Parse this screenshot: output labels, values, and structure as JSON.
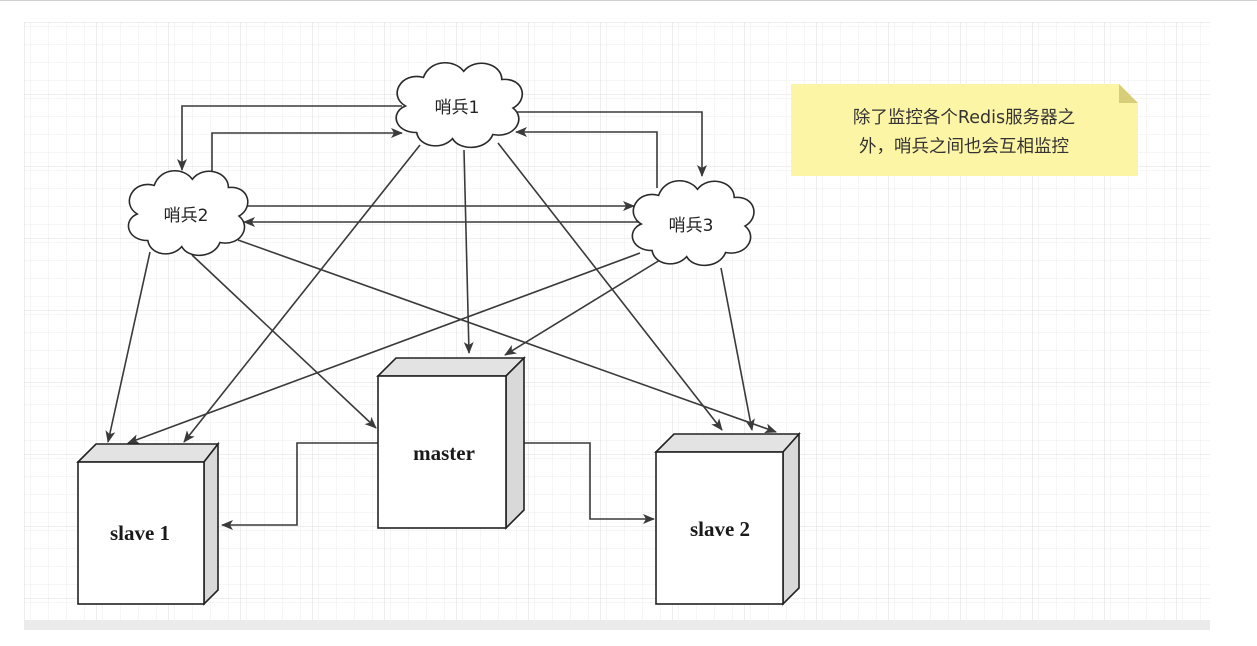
{
  "diagram": {
    "nodes": {
      "sentinel1": {
        "label": "哨兵1"
      },
      "sentinel2": {
        "label": "哨兵2"
      },
      "sentinel3": {
        "label": "哨兵3"
      },
      "master": {
        "label": "master"
      },
      "slave1": {
        "label": "slave 1"
      },
      "slave2": {
        "label": "slave 2"
      }
    },
    "note": {
      "line1": "除了监控各个Redis服务器之",
      "line2": "外，哨兵之间也会互相监控",
      "color": "#fdf5a6"
    },
    "colors": {
      "edge": "#3a3a3a",
      "box_face": "#ffffff",
      "box_side": "#d9d9d9",
      "box_top": "#e3e3e3",
      "grid_minor": "#ececec",
      "grid_major": "#dcdcdc"
    }
  }
}
